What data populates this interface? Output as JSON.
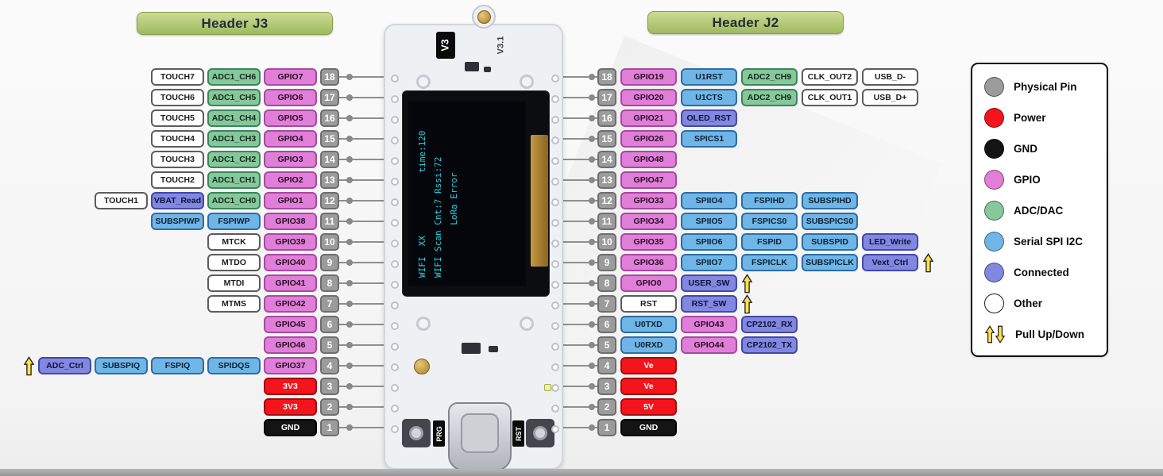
{
  "titles": {
    "j3": "Header J3",
    "j2": "Header J2"
  },
  "colors": {
    "pin": "#9b9b9b",
    "power": "#f3151b",
    "gnd": "#141414",
    "gpio": "#e07fd7",
    "adc": "#87c79b",
    "serial": "#6fb5e6",
    "conn": "#8287e0",
    "pull": "#ffe14d",
    "header_green": "#a9c167",
    "oled_text": "#2bd3df"
  },
  "legend": [
    {
      "label": "Physical Pin",
      "type": "pin"
    },
    {
      "label": "Power",
      "type": "power"
    },
    {
      "label": "GND",
      "type": "gnd"
    },
    {
      "label": "GPIO",
      "type": "gpio"
    },
    {
      "label": "ADC/DAC",
      "type": "adc"
    },
    {
      "label": "Serial SPI I2C",
      "type": "serial"
    },
    {
      "label": "Connected",
      "type": "conn"
    },
    {
      "label": "Other",
      "type": "other"
    },
    {
      "label": "Pull Up/Down",
      "type": "pull"
    }
  ],
  "j3_rows": [
    {
      "pin": "18",
      "chips": [
        {
          "t": "TOUCH7",
          "c": "other"
        },
        {
          "t": "ADC1_CH6",
          "c": "adc"
        },
        {
          "t": "GPIO7",
          "c": "gpio"
        }
      ]
    },
    {
      "pin": "17",
      "chips": [
        {
          "t": "TOUCH6",
          "c": "other"
        },
        {
          "t": "ADC1_CH5",
          "c": "adc"
        },
        {
          "t": "GPIO6",
          "c": "gpio"
        }
      ]
    },
    {
      "pin": "16",
      "chips": [
        {
          "t": "TOUCH5",
          "c": "other"
        },
        {
          "t": "ADC1_CH4",
          "c": "adc"
        },
        {
          "t": "GPIO5",
          "c": "gpio"
        }
      ]
    },
    {
      "pin": "15",
      "chips": [
        {
          "t": "TOUCH4",
          "c": "other"
        },
        {
          "t": "ADC1_CH3",
          "c": "adc"
        },
        {
          "t": "GPIO4",
          "c": "gpio"
        }
      ]
    },
    {
      "pin": "14",
      "chips": [
        {
          "t": "TOUCH3",
          "c": "other"
        },
        {
          "t": "ADC1_CH2",
          "c": "adc"
        },
        {
          "t": "GPIO3",
          "c": "gpio"
        }
      ]
    },
    {
      "pin": "13",
      "chips": [
        {
          "t": "TOUCH2",
          "c": "other"
        },
        {
          "t": "ADC1_CH1",
          "c": "adc"
        },
        {
          "t": "GPIO2",
          "c": "gpio"
        }
      ]
    },
    {
      "pin": "12",
      "chips": [
        {
          "t": "TOUCH1",
          "c": "other"
        },
        {
          "t": "VBAT_Read",
          "c": "conn"
        },
        {
          "t": "ADC1_CH0",
          "c": "adc"
        },
        {
          "t": "GPIO1",
          "c": "gpio"
        }
      ]
    },
    {
      "pin": "11",
      "chips": [
        {
          "t": "SUBSPIWP",
          "c": "serial"
        },
        {
          "t": "FSPIWP",
          "c": "serial"
        },
        {
          "t": "GPIO38",
          "c": "gpio"
        }
      ]
    },
    {
      "pin": "10",
      "chips": [
        {
          "t": "MTCK",
          "c": "other"
        },
        {
          "t": "GPIO39",
          "c": "gpio"
        }
      ]
    },
    {
      "pin": "9",
      "chips": [
        {
          "t": "MTDO",
          "c": "other"
        },
        {
          "t": "GPIO40",
          "c": "gpio"
        }
      ]
    },
    {
      "pin": "8",
      "chips": [
        {
          "t": "MTDI",
          "c": "other"
        },
        {
          "t": "GPIO41",
          "c": "gpio"
        }
      ]
    },
    {
      "pin": "7",
      "chips": [
        {
          "t": "MTMS",
          "c": "other"
        },
        {
          "t": "GPIO42",
          "c": "gpio"
        }
      ]
    },
    {
      "pin": "6",
      "chips": [
        {
          "t": "GPIO45",
          "c": "gpio"
        }
      ]
    },
    {
      "pin": "5",
      "chips": [
        {
          "t": "GPIO46",
          "c": "gpio"
        }
      ]
    },
    {
      "pin": "4",
      "arrow": "pre",
      "chips": [
        {
          "t": "ADC_Ctrl",
          "c": "conn"
        },
        {
          "t": "SUBSPIQ",
          "c": "serial"
        },
        {
          "t": "FSPIQ",
          "c": "serial"
        },
        {
          "t": "SPIDQS",
          "c": "serial"
        },
        {
          "t": "GPIO37",
          "c": "gpio"
        }
      ]
    },
    {
      "pin": "3",
      "chips": [
        {
          "t": "3V3",
          "c": "power"
        }
      ]
    },
    {
      "pin": "2",
      "chips": [
        {
          "t": "3V3",
          "c": "power"
        }
      ]
    },
    {
      "pin": "1",
      "chips": [
        {
          "t": "GND",
          "c": "gnd"
        }
      ]
    }
  ],
  "j2_rows": [
    {
      "pin": "18",
      "chips": [
        {
          "t": "GPIO19",
          "c": "gpio"
        },
        {
          "t": "U1RST",
          "c": "serial"
        },
        {
          "t": "ADC2_CH9",
          "c": "adc"
        },
        {
          "t": "CLK_OUT2",
          "c": "other"
        },
        {
          "t": "USB_D-",
          "c": "other"
        }
      ]
    },
    {
      "pin": "17",
      "chips": [
        {
          "t": "GPIO20",
          "c": "gpio"
        },
        {
          "t": "U1CTS",
          "c": "serial"
        },
        {
          "t": "ADC2_CH9",
          "c": "adc"
        },
        {
          "t": "CLK_OUT1",
          "c": "other"
        },
        {
          "t": "USB_D+",
          "c": "other"
        }
      ]
    },
    {
      "pin": "16",
      "chips": [
        {
          "t": "GPIO21",
          "c": "gpio"
        },
        {
          "t": "OLED_RST",
          "c": "conn"
        }
      ]
    },
    {
      "pin": "15",
      "chips": [
        {
          "t": "GPIO26",
          "c": "gpio"
        },
        {
          "t": "SPICS1",
          "c": "serial"
        }
      ]
    },
    {
      "pin": "14",
      "chips": [
        {
          "t": "GPIO48",
          "c": "gpio"
        }
      ]
    },
    {
      "pin": "13",
      "chips": [
        {
          "t": "GPIO47",
          "c": "gpio"
        }
      ]
    },
    {
      "pin": "12",
      "chips": [
        {
          "t": "GPIO33",
          "c": "gpio"
        },
        {
          "t": "SPIIO4",
          "c": "serial"
        },
        {
          "t": "FSPIHD",
          "c": "serial"
        },
        {
          "t": "SUBSPIHD",
          "c": "serial"
        }
      ]
    },
    {
      "pin": "11",
      "chips": [
        {
          "t": "GPIO34",
          "c": "gpio"
        },
        {
          "t": "SPIIO5",
          "c": "serial"
        },
        {
          "t": "FSPICS0",
          "c": "serial"
        },
        {
          "t": "SUBSPICS0",
          "c": "serial"
        }
      ]
    },
    {
      "pin": "10",
      "chips": [
        {
          "t": "GPIO35",
          "c": "gpio"
        },
        {
          "t": "SPIIO6",
          "c": "serial"
        },
        {
          "t": "FSPID",
          "c": "serial"
        },
        {
          "t": "SUBSPID",
          "c": "serial"
        },
        {
          "t": "LED_Write",
          "c": "conn"
        }
      ]
    },
    {
      "pin": "9",
      "arrow": "post",
      "chips": [
        {
          "t": "GPIO36",
          "c": "gpio"
        },
        {
          "t": "SPIIO7",
          "c": "serial"
        },
        {
          "t": "FSPICLK",
          "c": "serial"
        },
        {
          "t": "SUBSPICLK",
          "c": "serial"
        },
        {
          "t": "Vext_Ctrl",
          "c": "conn"
        }
      ]
    },
    {
      "pin": "8",
      "arrow": "post",
      "chips": [
        {
          "t": "GPIO0",
          "c": "gpio"
        },
        {
          "t": "USER_SW",
          "c": "conn"
        }
      ]
    },
    {
      "pin": "7",
      "arrow": "post",
      "chips": [
        {
          "t": "RST",
          "c": "other"
        },
        {
          "t": "RST_SW",
          "c": "conn"
        }
      ]
    },
    {
      "pin": "6",
      "chips": [
        {
          "t": "U0TXD",
          "c": "serial"
        },
        {
          "t": "GPIO43",
          "c": "gpio"
        },
        {
          "t": "CP2102_RX",
          "c": "conn"
        }
      ]
    },
    {
      "pin": "5",
      "chips": [
        {
          "t": "U0RXD",
          "c": "serial"
        },
        {
          "t": "GPIO44",
          "c": "gpio"
        },
        {
          "t": "CP2102_TX",
          "c": "conn"
        }
      ]
    },
    {
      "pin": "4",
      "chips": [
        {
          "t": "Ve",
          "c": "power"
        }
      ]
    },
    {
      "pin": "3",
      "chips": [
        {
          "t": "Ve",
          "c": "power"
        }
      ]
    },
    {
      "pin": "2",
      "chips": [
        {
          "t": "5V",
          "c": "power"
        }
      ]
    },
    {
      "pin": "1",
      "chips": [
        {
          "t": "GND",
          "c": "gnd"
        }
      ]
    }
  ],
  "board": {
    "version_tag": "V3",
    "silk": "V3.1",
    "prg_label": "PRG",
    "rst_label": "RST",
    "oled_lines": [
      "WIFI  XX            time:120",
      "WIFI Scan Cnt:7 Rssi:72",
      "",
      "          LoRa Error"
    ]
  }
}
